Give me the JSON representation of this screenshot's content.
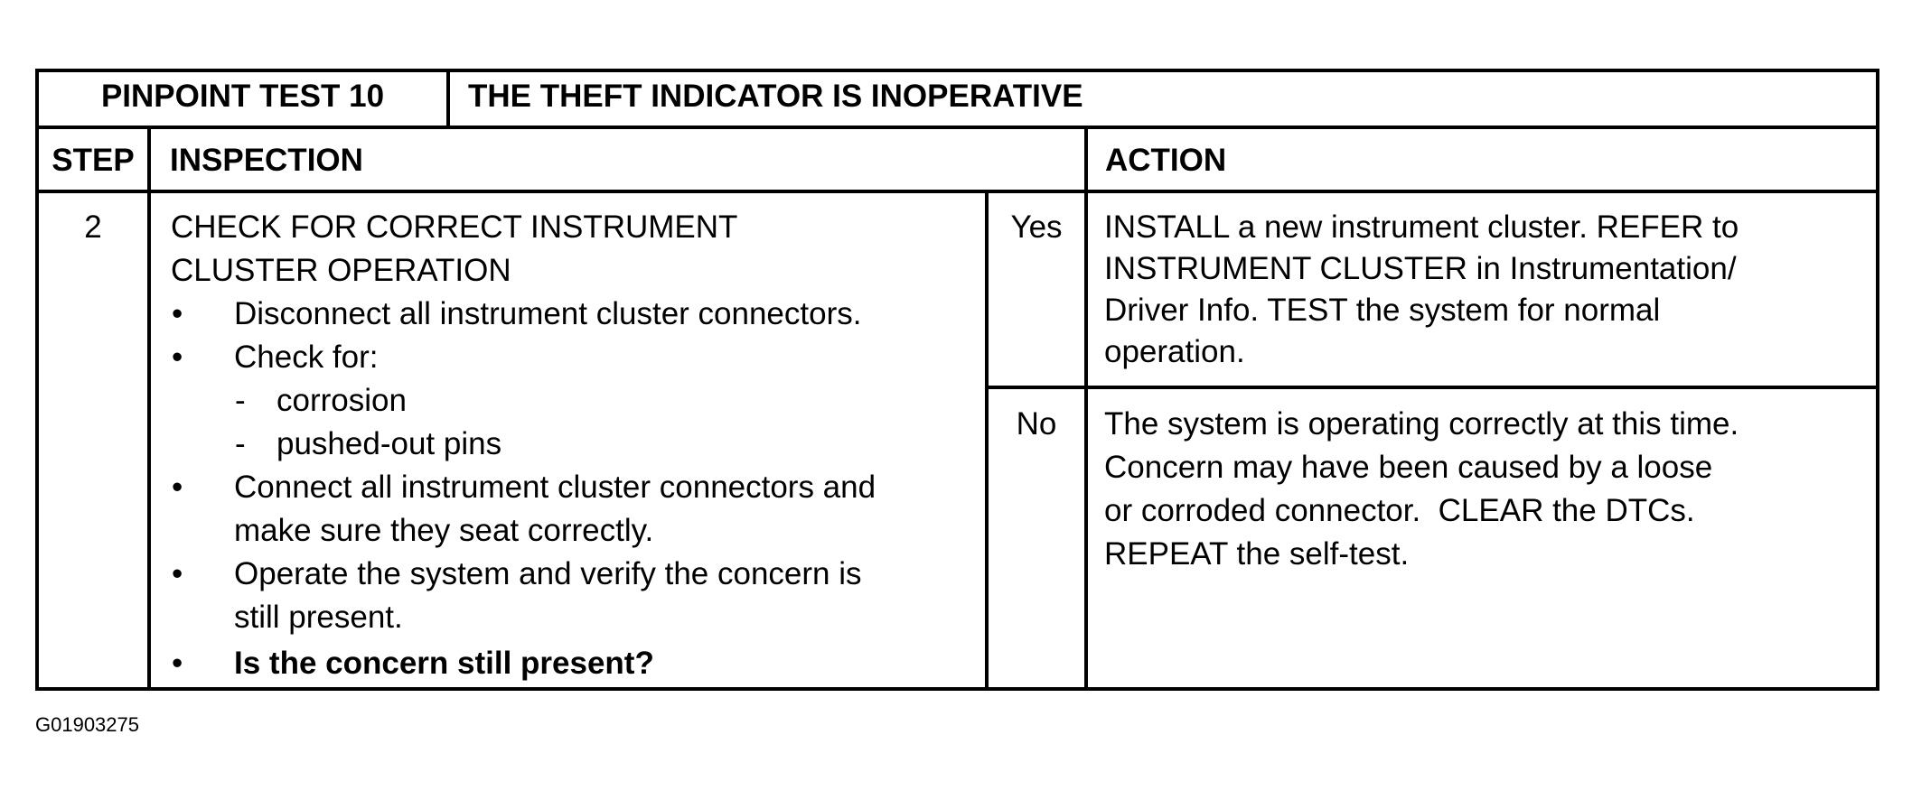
{
  "header": {
    "test_label": "PINPOINT TEST 10",
    "test_title": "THE THEFT INDICATOR IS INOPERATIVE"
  },
  "columns": {
    "step": "STEP",
    "inspection": "INSPECTION",
    "action": "ACTION"
  },
  "row": {
    "step_number": "2",
    "inspection_title_line1": "CHECK FOR CORRECT INSTRUMENT",
    "inspection_title_line2": "CLUSTER OPERATION",
    "bullets": {
      "b1": "Disconnect all instrument cluster connectors.",
      "b2": "Check for:",
      "sub1": "corrosion",
      "sub2": "pushed-out pins",
      "b3_line1": "Connect all instrument cluster connectors and",
      "b3_line2": "make sure they seat correctly.",
      "b4_line1": "Operate the system and verify the concern is",
      "b4_line2": "still present.",
      "b5": "Is the concern still present?"
    },
    "bullet_symbol": "•",
    "dash_symbol": "-",
    "yes_label": "Yes",
    "no_label": "No",
    "yes_action": {
      "line1": "INSTALL a new instrument cluster. REFER to",
      "line2": "INSTRUMENT CLUSTER in Instrumentation/",
      "line3": "Driver Info. TEST the system for normal",
      "line4": "operation."
    },
    "no_action": {
      "line1": "The system is operating correctly at this time.",
      "line2": "Concern may have been caused by a loose",
      "line3": "or corroded connector.  CLEAR the DTCs.",
      "line4": "REPEAT the self-test."
    }
  },
  "figure_id": "G01903275"
}
